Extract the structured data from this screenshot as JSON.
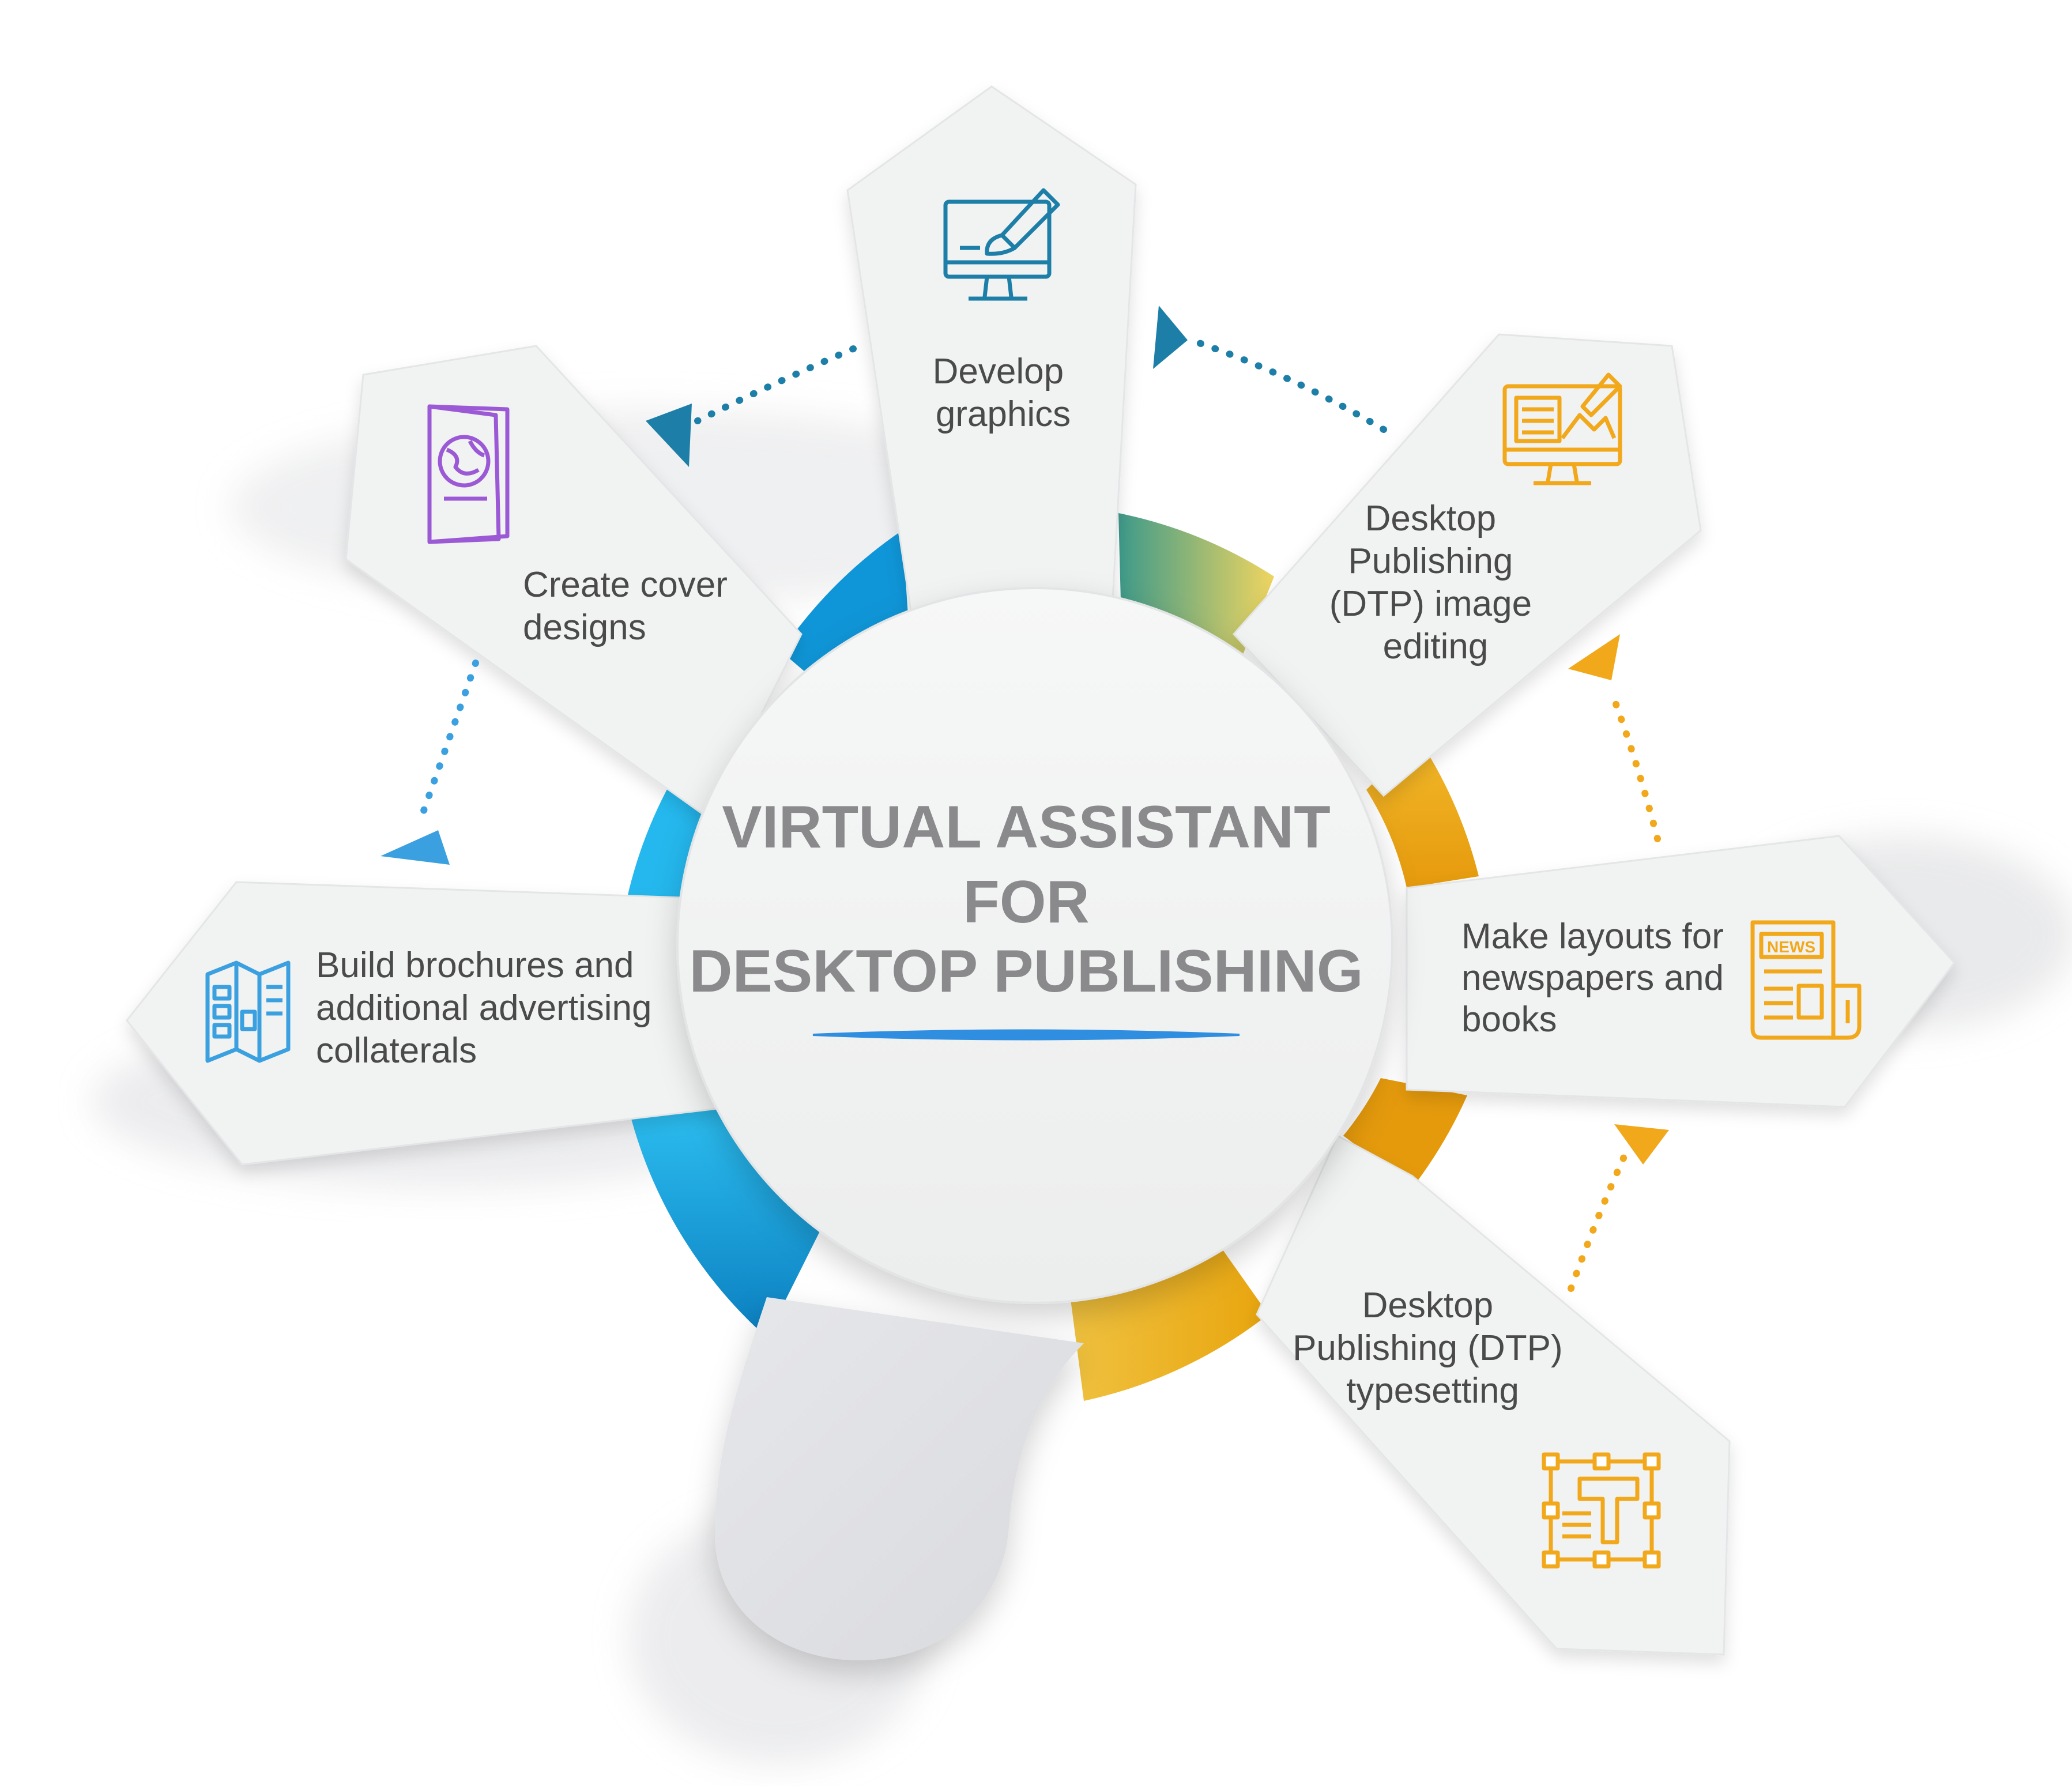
{
  "title": {
    "line1": "VIRTUAL ASSISTANT",
    "line2": "FOR",
    "line3": "DESKTOP PUBLISHING"
  },
  "items": [
    {
      "key": "develop",
      "icon": "monitor-paintbrush-icon",
      "color": "#1d7fa8",
      "lines": [
        "Develop",
        "graphics"
      ]
    },
    {
      "key": "image-editing",
      "icon": "monitor-image-edit-icon",
      "color": "#f2a81b",
      "lines": [
        "Desktop",
        "Publishing",
        "(DTP) image",
        "editing"
      ]
    },
    {
      "key": "layouts",
      "icon": "newspaper-icon",
      "color": "#f2a81b",
      "lines": [
        "Make layouts for",
        "newspapers and",
        "books"
      ]
    },
    {
      "key": "typesetting",
      "icon": "typesetting-icon",
      "color": "#f2a81b",
      "lines": [
        "Desktop",
        "Publishing (DTP)",
        "typesetting"
      ]
    },
    {
      "key": "brochures",
      "icon": "brochure-icon",
      "color": "#3aa0e0",
      "lines": [
        "Build brochures and",
        "additional advertising",
        "collaterals"
      ]
    },
    {
      "key": "cover",
      "icon": "book-globe-icon",
      "color": "#9b59d6",
      "lines": [
        "Create cover",
        "designs"
      ]
    }
  ],
  "colors": {
    "blue": "#1e9be0",
    "cyan": "#2fc4f5",
    "teal": "#1a7a9c",
    "amber": "#f2a81b",
    "orange": "#e89a10",
    "purple": "#9b59d6",
    "text": "#4a4a4a",
    "title": "#8a8a8d",
    "panel": "#f1f2f2"
  }
}
